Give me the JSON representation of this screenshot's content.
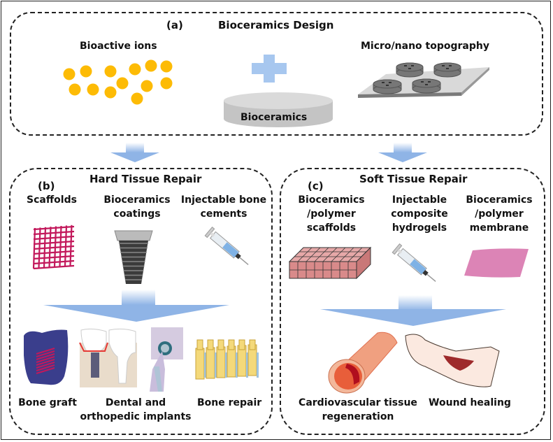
{
  "figure": {
    "panel_a": {
      "tag": "(a)",
      "title": "Bioceramics Design",
      "bioactive_ions_label": "Bioactive ions",
      "topography_label": "Micro/nano topography",
      "disc_label": "Bioceramics",
      "colors": {
        "ion": "#FDBB05",
        "plus": "#A7C7EF",
        "disc": "#CFCFCF"
      }
    },
    "panel_b": {
      "tag": "(b)",
      "title": "Hard Tissue Repair",
      "materials": [
        {
          "label_lines": [
            "Scaffolds"
          ]
        },
        {
          "label_lines": [
            "Bioceramics",
            "coatings"
          ]
        },
        {
          "label_lines": [
            "Injectable bone",
            "cements"
          ]
        }
      ],
      "applications": [
        {
          "label_lines": [
            "Bone graft"
          ]
        },
        {
          "label_lines": [
            "Dental and",
            "orthopedic implants"
          ]
        },
        {
          "label_lines": [
            "Bone repair"
          ]
        }
      ]
    },
    "panel_c": {
      "tag": "(c)",
      "title": "Soft Tissue Repair",
      "materials": [
        {
          "label_lines": [
            "Bioceramics",
            "/polymer",
            "scaffolds"
          ]
        },
        {
          "label_lines": [
            "Injectable",
            "composite",
            "hydrogels"
          ]
        },
        {
          "label_lines": [
            "Bioceramics",
            "/polymer",
            "membrane"
          ]
        }
      ],
      "applications": [
        {
          "label_lines": [
            "Cardiovascular tissue",
            "regeneration"
          ]
        },
        {
          "label_lines": [
            "Wound healing"
          ]
        }
      ]
    },
    "arrow_color": "#8FB4E6"
  }
}
